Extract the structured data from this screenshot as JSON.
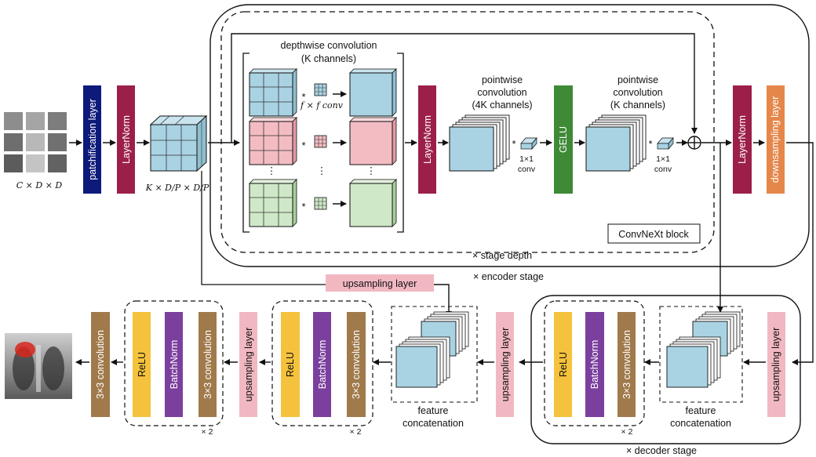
{
  "colors": {
    "navy": "#0d1a7a",
    "crimson": "#9c1f4a",
    "green": "#3e8a36",
    "orange": "#e5874a",
    "pink": "#f2b8c2",
    "brown": "#a07a4b",
    "yellow": "#f5c23d",
    "purple": "#7b3f9e",
    "blue_fill": "#a9d3e3",
    "red_fill": "#f3bcc3",
    "green_fill": "#cfe8c7"
  },
  "input": {
    "label": "C × D × D"
  },
  "encoder": {
    "patchification": "patchification layer",
    "layernorm_1": "LayerNorm",
    "tensor_label": "K × D/P × D/P",
    "convnext": {
      "depthwise_title_1": "depthwise convolution",
      "depthwise_title_2": "(K channels)",
      "f_conv": "f × f conv",
      "layernorm": "LayerNorm",
      "pw1_title_1": "pointwise",
      "pw1_title_2": "convolution",
      "pw1_title_3": "(4K channels)",
      "conv_1x1_a": "1×1",
      "conv_1x1_a2": "conv",
      "gelu": "GELU",
      "pw2_title_1": "pointwise",
      "pw2_title_2": "convolution",
      "pw2_title_3": "(K channels)",
      "conv_1x1_b": "1×1",
      "conv_1x1_b2": "conv",
      "block_label": "ConvNeXt block",
      "stage_depth": "× stage depth",
      "ellipsis": "⋮",
      "star": "*"
    },
    "layernorm_2": "LayerNorm",
    "downsampling": "downsampling layer",
    "encoder_stage": "× encoder stage"
  },
  "decoder": {
    "upsampling_top": "upsampling layer",
    "upsampling_right": "upsampling layer",
    "feature_concat_1": "feature",
    "feature_concat_2": "concatenation",
    "conv3x3": "3×3 convolution",
    "batchnorm": "BatchNorm",
    "relu": "ReLU",
    "times2": "× 2",
    "upsampling_mid": "upsampling layer",
    "feature_concat_mid_1": "feature",
    "feature_concat_mid_2": "concatenation",
    "upsampling_left": "upsampling layer",
    "final_conv": "3×3 convolution",
    "decoder_stage": "× decoder stage"
  }
}
